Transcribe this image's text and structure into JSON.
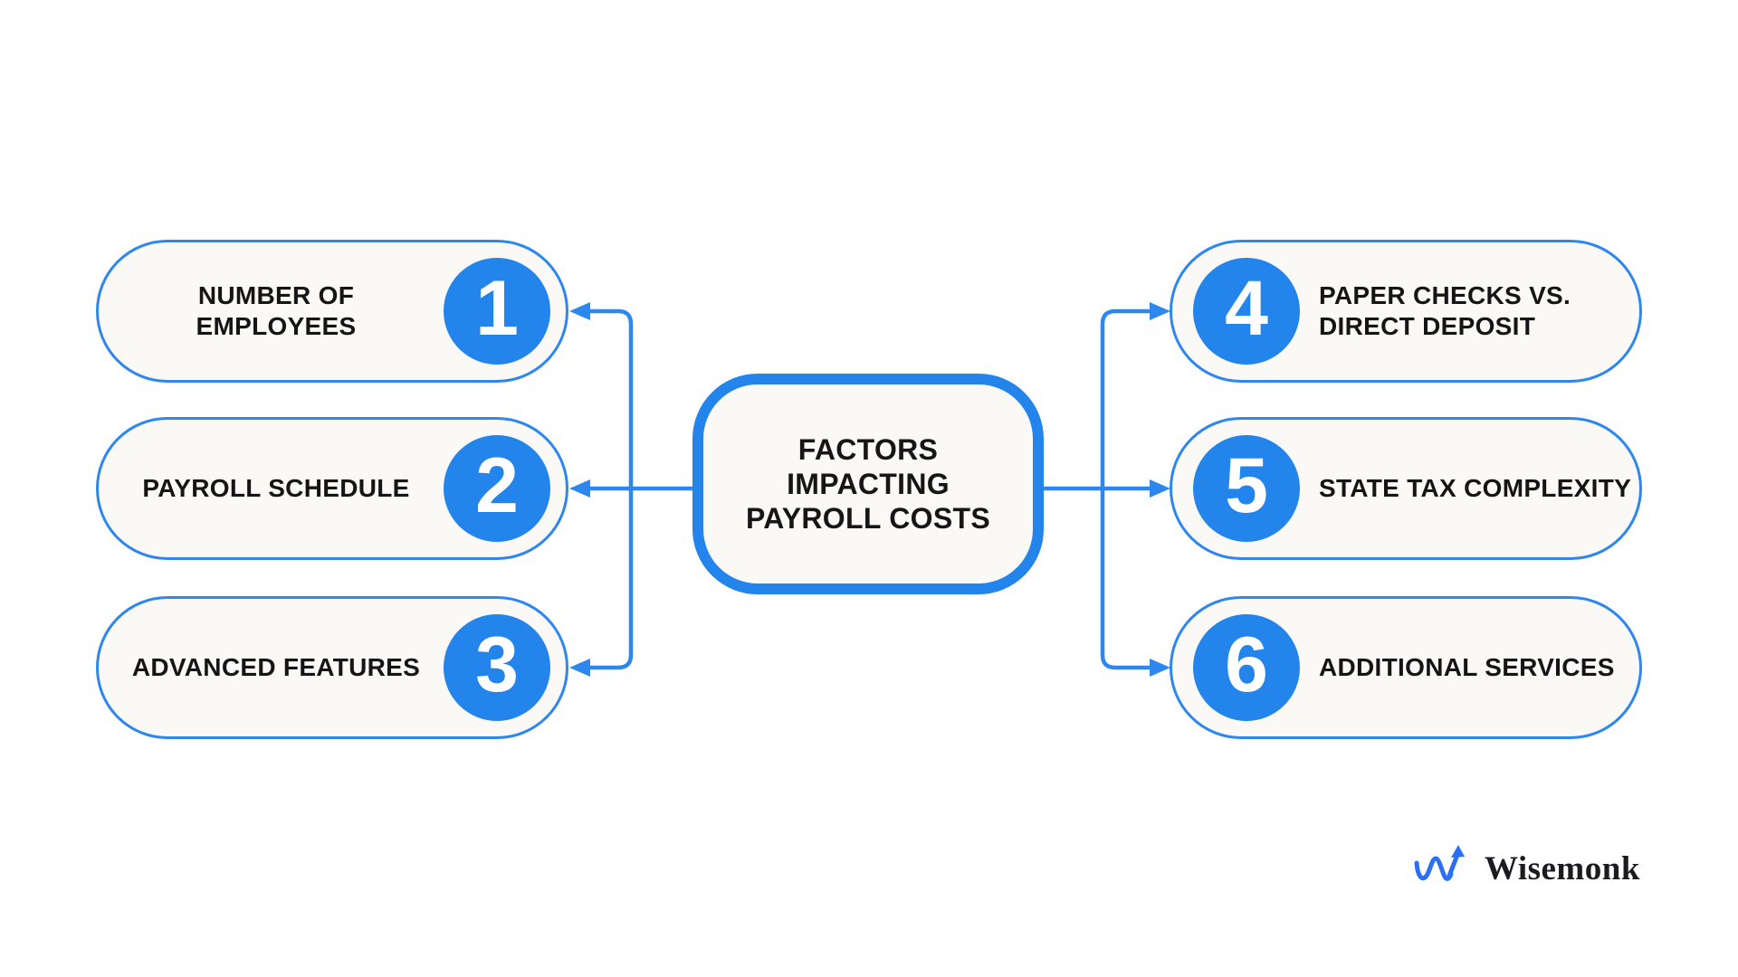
{
  "diagram": {
    "center": {
      "title_lines": [
        "FACTORS",
        "IMPACTING",
        "PAYROLL COSTS"
      ]
    },
    "factors_left": [
      {
        "number": "1",
        "label": "NUMBER OF EMPLOYEES"
      },
      {
        "number": "2",
        "label": "PAYROLL SCHEDULE"
      },
      {
        "number": "3",
        "label": "ADVANCED FEATURES"
      }
    ],
    "factors_right": [
      {
        "number": "4",
        "label": "PAPER CHECKS VS. DIRECT DEPOSIT"
      },
      {
        "number": "5",
        "label": "STATE TAX COMPLEXITY"
      },
      {
        "number": "6",
        "label": "ADDITIONAL SERVICES"
      }
    ]
  },
  "brand": {
    "name": "Wisemonk"
  },
  "colors": {
    "accent_blue": "#2385EB",
    "connector_blue": "#2E87EE",
    "pill_background": "#FAF9F6",
    "text_dark": "#151515",
    "logo_blue": "#2B6FF3",
    "page_background": "#FFFFFF"
  }
}
